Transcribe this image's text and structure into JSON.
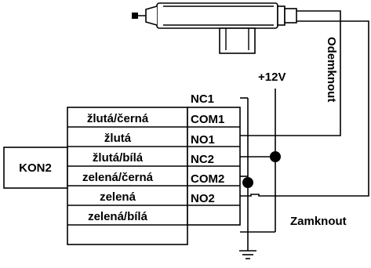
{
  "connector": "KON2",
  "wires": [
    "žlutá/černá",
    "žlutá",
    "žlutá/bílá",
    "zelená/černá",
    "zelená",
    "zelená/bílá"
  ],
  "terminals": [
    "NC1",
    "COM1",
    "NO1",
    "NC2",
    "COM2",
    "NO2"
  ],
  "supply": "+12V",
  "actuator_labels": {
    "unlock": "Odemknout",
    "lock": "Zamknout"
  }
}
